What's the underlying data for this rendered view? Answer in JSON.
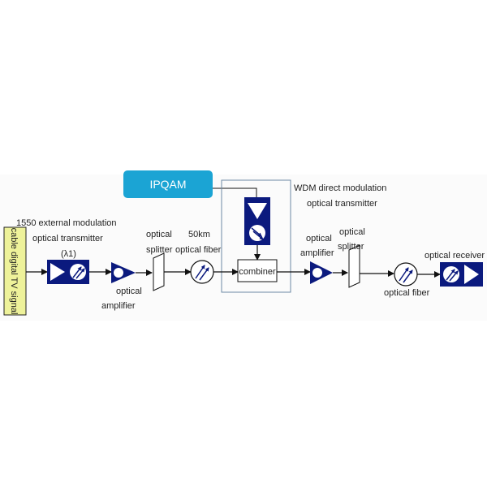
{
  "colors": {
    "device": "#0b1a7e",
    "ipqam": "#1ba4d4",
    "signal_box": "#eef29a",
    "frame": "#6c8aa6"
  },
  "ipqam": {
    "label": "IPQAM"
  },
  "signal_source": {
    "label": "cable digital TV signal"
  },
  "ext_tx": {
    "line1": "1550 external modulation",
    "line2": "optical transmitter",
    "line3": "(λ1)"
  },
  "amp1": {
    "line1": "optical",
    "line2": "amplifier"
  },
  "splitter1": {
    "line1": "optical",
    "line2": "splitter"
  },
  "fiber1": {
    "line1": "50km",
    "line2": "optical fiber"
  },
  "wdm_tx": {
    "line1": "WDM direct modulation",
    "line2": "optical transmitter"
  },
  "combiner": {
    "label": "combiner"
  },
  "amp2": {
    "line1": "optical",
    "line2": "amplifier"
  },
  "splitter2": {
    "line1": "optical",
    "line2": "splitter"
  },
  "fiber2": {
    "label": "optical fiber"
  },
  "receiver": {
    "label": "optical receiver"
  }
}
